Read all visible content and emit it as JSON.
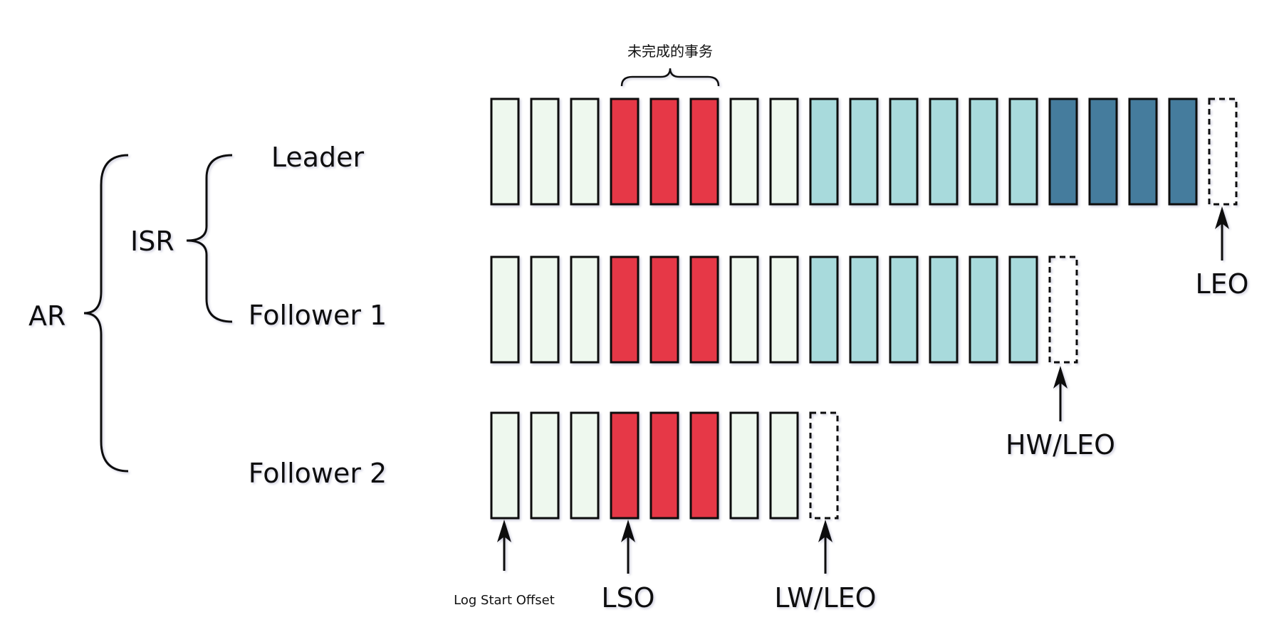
{
  "colors": {
    "committed": "#eef8ee",
    "transaction": "#e63946",
    "replicated": "#a8dadc",
    "unreplicated": "#457b9d",
    "outline": "#111111"
  },
  "labels": {
    "ar": "AR",
    "isr": "ISR",
    "leader": "Leader",
    "follower1": "Follower 1",
    "follower2": "Follower 2",
    "transaction_note": "未完成的事务",
    "leo": "LEO",
    "hw_leo": "HW/LEO",
    "log_start_offset": "Log Start Offset",
    "lso": "LSO",
    "lw_leo": "LW/LEO"
  },
  "logs": [
    {
      "name": "leader",
      "cells": [
        "committed",
        "committed",
        "committed",
        "transaction",
        "transaction",
        "transaction",
        "committed",
        "committed",
        "replicated",
        "replicated",
        "replicated",
        "replicated",
        "replicated",
        "replicated",
        "unreplicated",
        "unreplicated",
        "unreplicated",
        "unreplicated",
        "empty"
      ]
    },
    {
      "name": "follower-1",
      "cells": [
        "committed",
        "committed",
        "committed",
        "transaction",
        "transaction",
        "transaction",
        "committed",
        "committed",
        "replicated",
        "replicated",
        "replicated",
        "replicated",
        "replicated",
        "replicated",
        "empty"
      ]
    },
    {
      "name": "follower-2",
      "cells": [
        "committed",
        "committed",
        "committed",
        "transaction",
        "transaction",
        "transaction",
        "committed",
        "committed",
        "empty"
      ]
    }
  ]
}
